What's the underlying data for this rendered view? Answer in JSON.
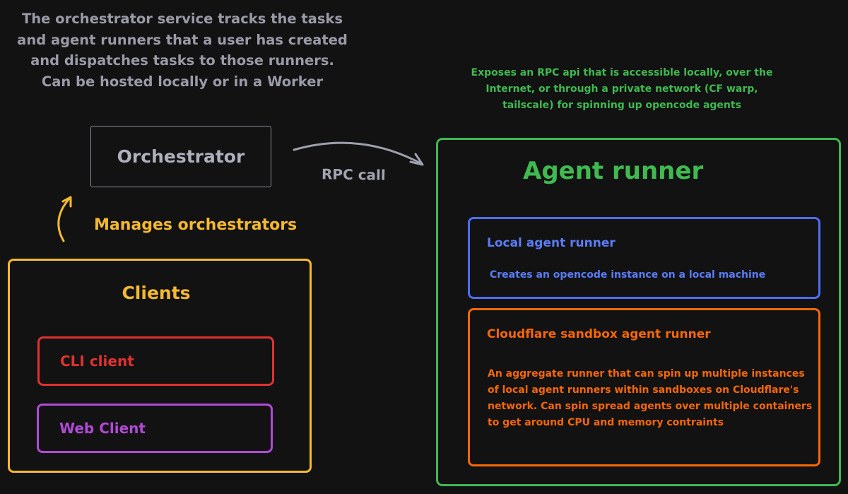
{
  "orchestrator": {
    "description": "The orchestrator service tracks the tasks and agent runners that a user has created and dispatches tasks to those runners. Can be hosted locally or in a Worker",
    "label": "Orchestrator"
  },
  "rpc": {
    "label": "RPC call"
  },
  "clients": {
    "manages_label": "Manages orchestrators",
    "title": "Clients",
    "cli_label": "CLI client",
    "web_label": "Web Client"
  },
  "agent_runner": {
    "description": "Exposes an RPC api that is accessible locally, over the Internet, or through a private network (CF warp, tailscale) for spinning up opencode agents",
    "title": "Agent runner",
    "local": {
      "title": "Local agent runner",
      "description": "Creates an opencode instance on a local machine"
    },
    "cloudflare": {
      "title": "Cloudflare sandbox agent runner",
      "description": "An aggregate runner that can spin up multiple instances of local agent runners within sandboxes on Cloudflare's network. Can spin spread agents over multiple containers to get around CPU and memory contraints"
    }
  },
  "colors": {
    "background": "#121212",
    "orchestrator": "#aeb0bd",
    "clients": "#f5b92f",
    "cli": "#e03131",
    "web": "#b14ad6",
    "agent": "#3fb950",
    "local": "#4c6ef5",
    "cloudflare": "#f76707"
  }
}
